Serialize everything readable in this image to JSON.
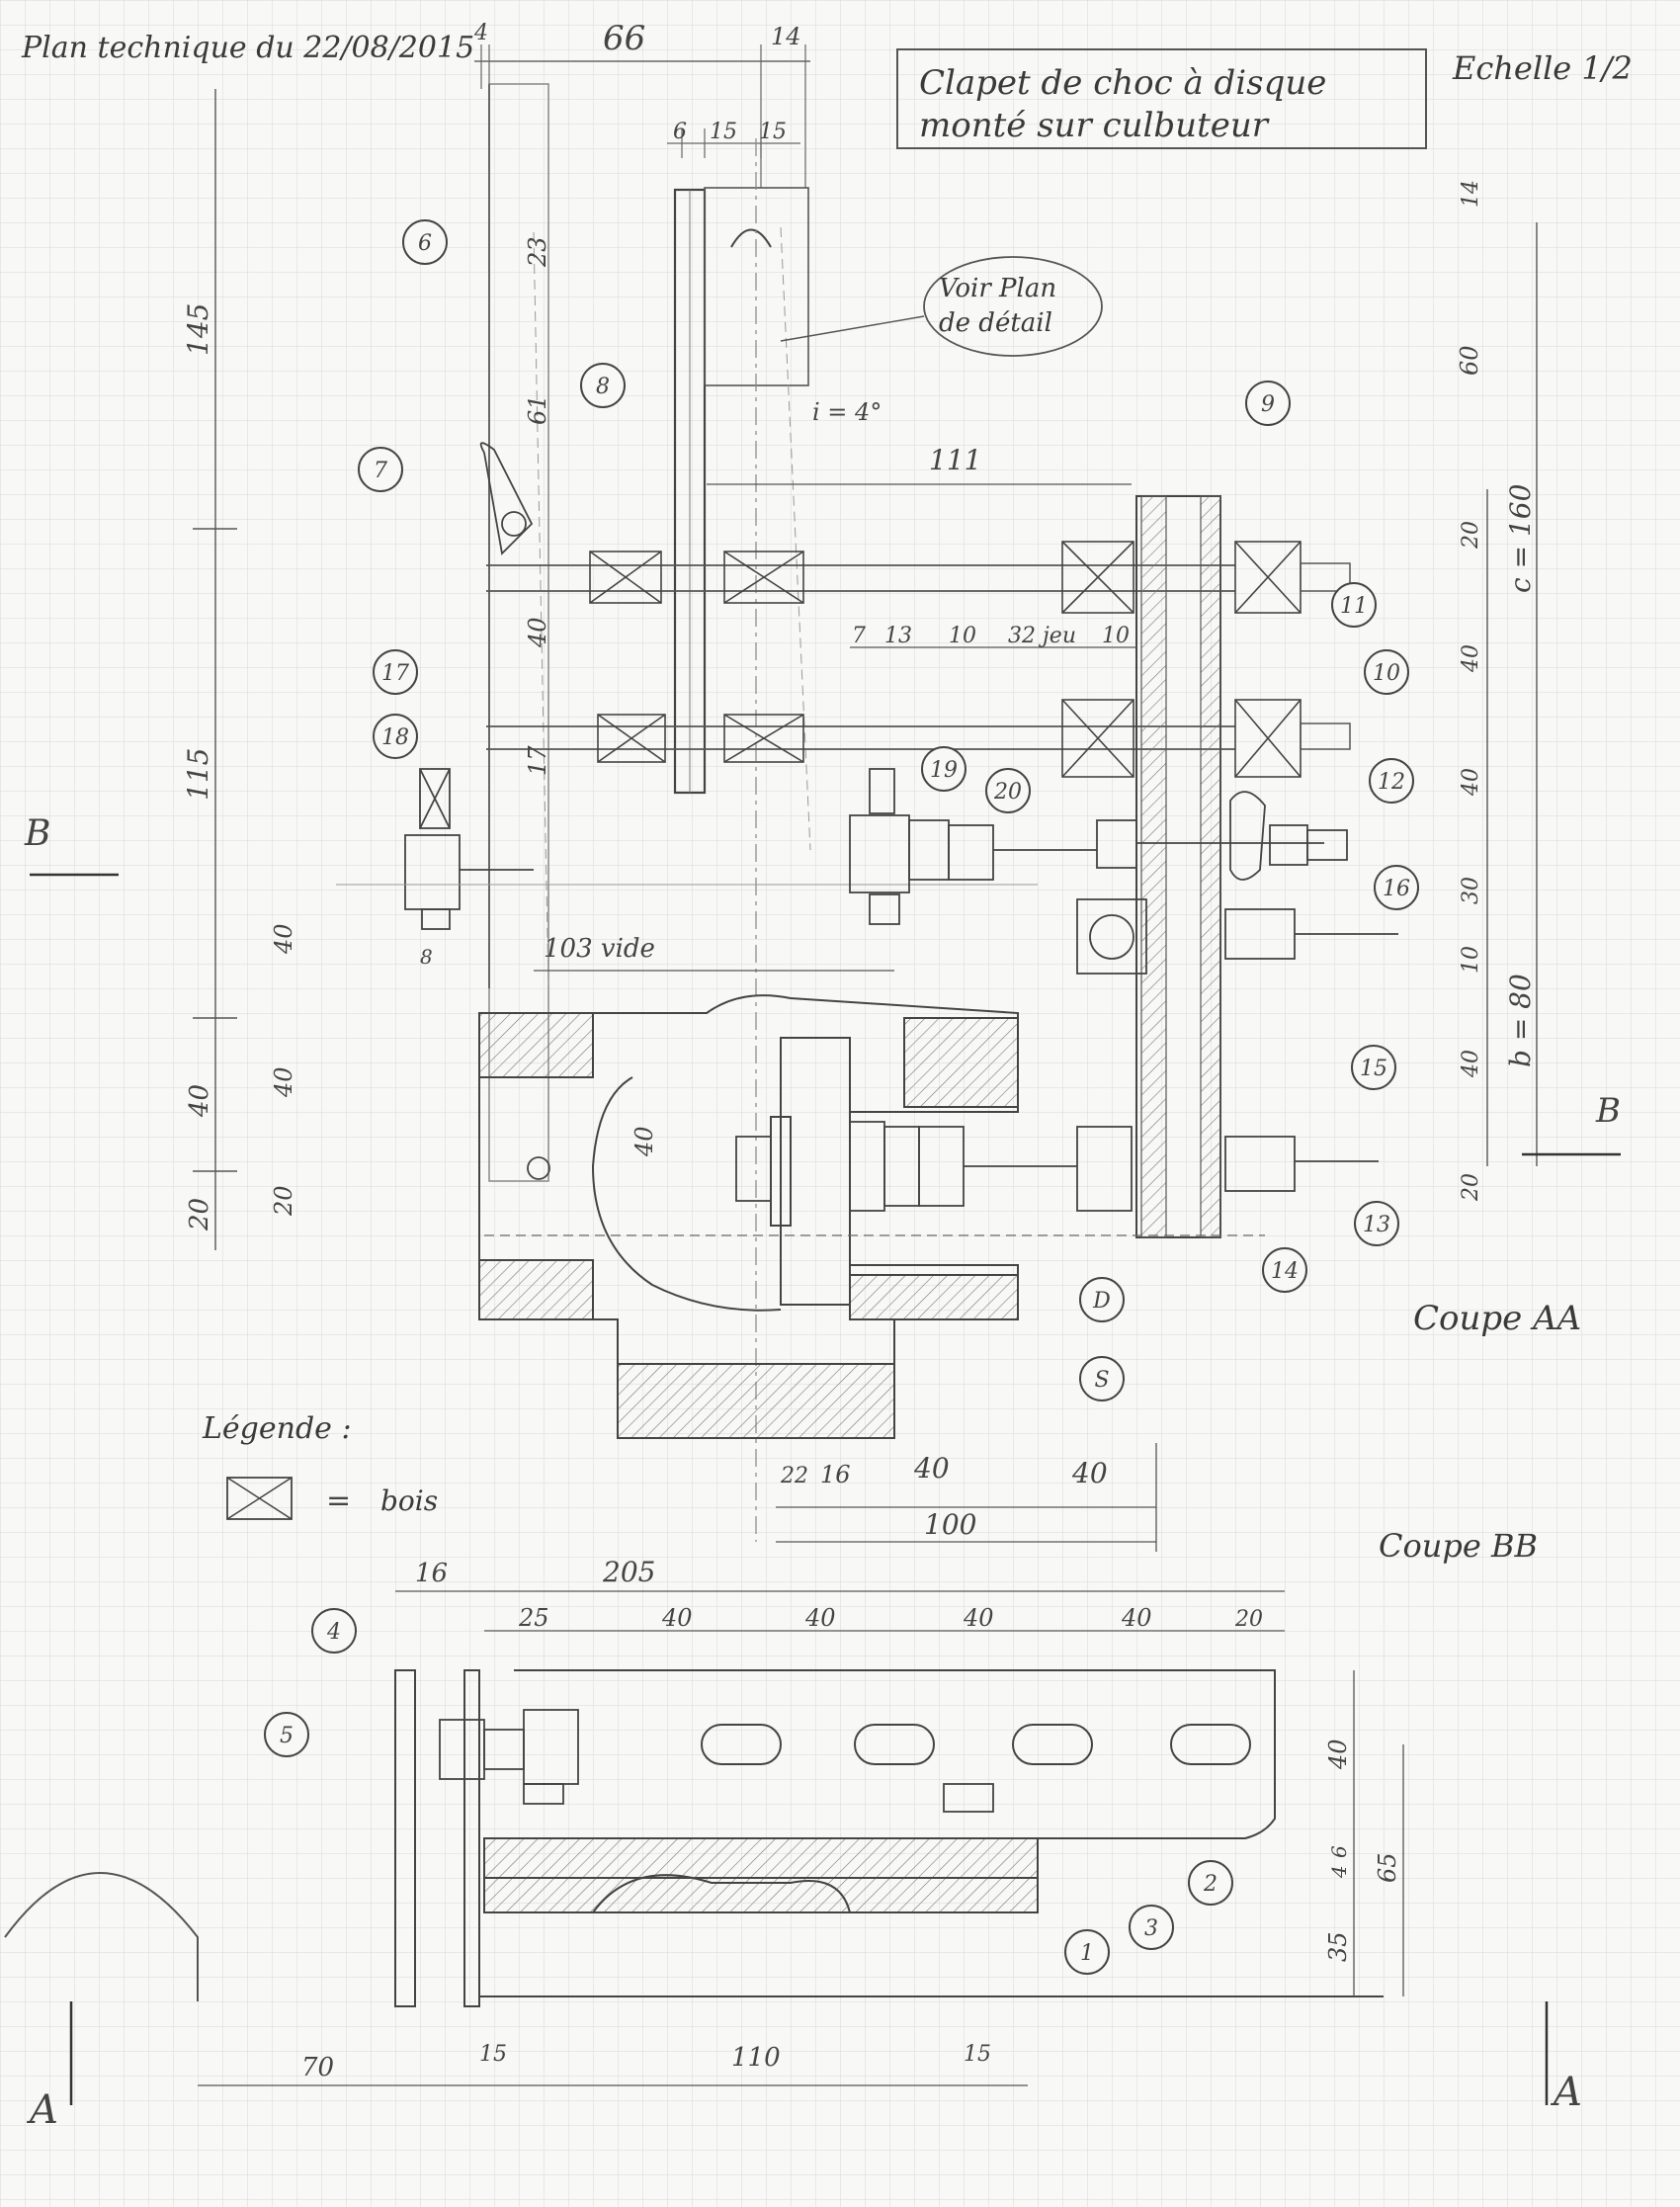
{
  "header": {
    "plan_date": "Plan technique du 22/08/2015",
    "title_line1": "Clapet de choc à disque",
    "title_line2": "monté sur culbuteur",
    "scale": "Echelle 1/2"
  },
  "callouts": {
    "voir_plan_line1": "Voir Plan",
    "voir_plan_line2": "de détail",
    "incline": "i = 4°",
    "vide_label": "103 vide",
    "jeu_label": "32 jeu"
  },
  "sections": {
    "coupe_aa": "Coupe AA",
    "coupe_bb": "Coupe BB",
    "section_a": "A",
    "section_b": "B"
  },
  "legend": {
    "title": "Légende :",
    "equals": "=",
    "material": "bois"
  },
  "parts": [
    "1",
    "2",
    "3",
    "4",
    "5",
    "6",
    "7",
    "8",
    "9",
    "10",
    "11",
    "12",
    "13",
    "14",
    "15",
    "16",
    "17",
    "18",
    "19",
    "20",
    "D",
    "S"
  ],
  "dimensions": {
    "top": [
      "4",
      "66",
      "14"
    ],
    "stack": [
      "6",
      "15",
      "15"
    ],
    "v_left": [
      "145",
      "115",
      "40",
      "20"
    ],
    "v_inner": [
      "23",
      "61",
      "40",
      "17",
      "40",
      "40",
      "20"
    ],
    "v_right": [
      "14",
      "60",
      "20",
      "40",
      "40",
      "30",
      "10",
      "40",
      "20"
    ],
    "v_right_totals": [
      "c = 160",
      "b = 80"
    ],
    "spacing": [
      "7",
      "13",
      "10",
      "10"
    ],
    "horiz": [
      "111",
      "8",
      "40"
    ],
    "aa_bottom": [
      "22",
      "16",
      "40",
      "40",
      "100"
    ],
    "bb_top": [
      "16",
      "205",
      "25",
      "40",
      "40",
      "40",
      "40",
      "20"
    ],
    "bb_right": [
      "40",
      "6",
      "4",
      "35",
      "65"
    ],
    "bb_bottom": [
      "70",
      "15",
      "110",
      "15"
    ]
  }
}
